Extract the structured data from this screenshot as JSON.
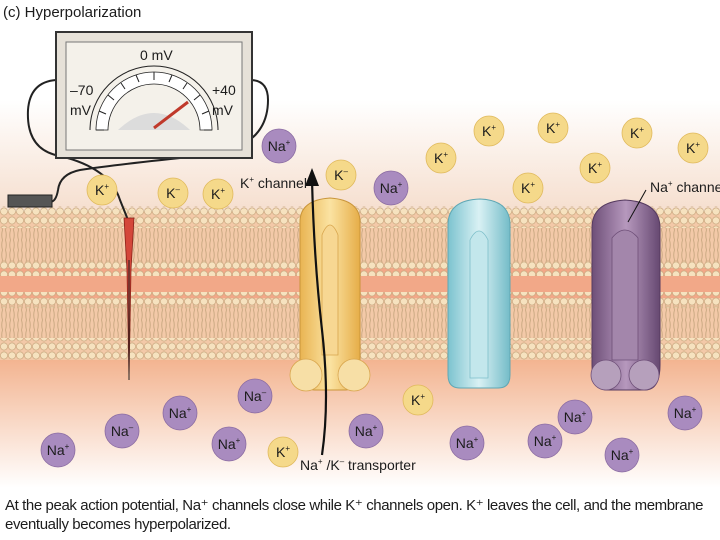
{
  "header": {
    "label": "(c) Hyperpolarization"
  },
  "meter": {
    "top_label": "0 mV",
    "left_value": "–70",
    "left_unit": "mV",
    "right_value": "+40",
    "right_unit": "mV"
  },
  "labels": {
    "k_channel": "K",
    "k_channel_suffix": " channel",
    "na_channel": "Na",
    "na_channel_suffix": " channel",
    "transporter": "Na",
    "transporter_mid": " /K",
    "transporter_suffix": " transporter"
  },
  "ions": {
    "na": "Na",
    "k": "K",
    "plus": "+",
    "minus": "–"
  },
  "colors": {
    "na_ion": "#a98bbf",
    "k_ion": "#f5d98a",
    "k_channel": "#f2c96a",
    "na_k_transporter": "#9fd6df",
    "na_channel": "#8a6c93",
    "electrode": "#d4473a",
    "membrane_head": "#f4dcb5"
  },
  "caption": {
    "text": "At the peak action potential, Na⁺ channels close while K⁺ channels open. K⁺ leaves the cell, and the membrane eventually becomes hyperpolarized."
  }
}
